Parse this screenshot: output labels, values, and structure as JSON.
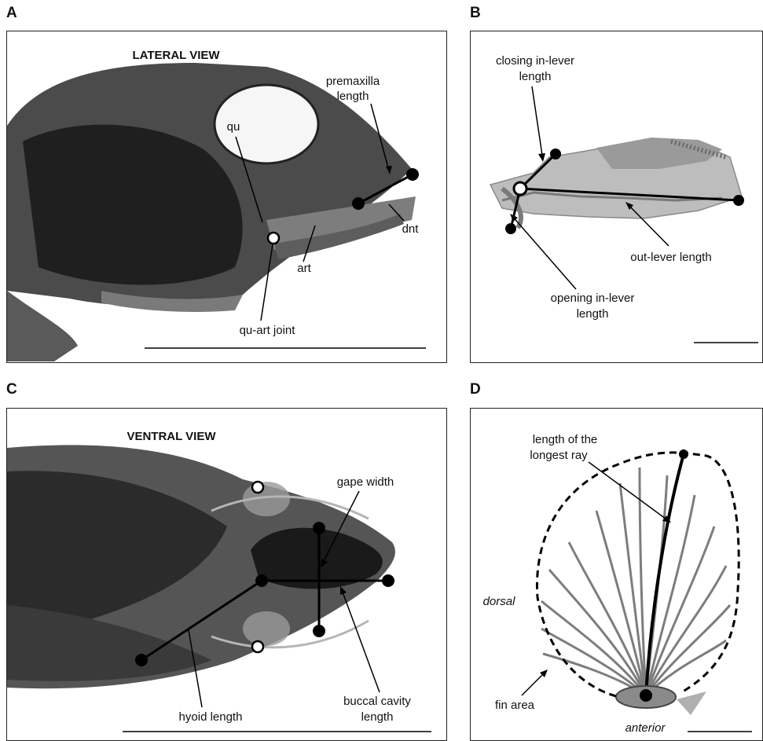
{
  "panels": {
    "a": {
      "letter": "A",
      "title": "LATERAL VIEW",
      "labels": {
        "premaxilla": [
          "premaxilla",
          "length"
        ],
        "qu": "qu",
        "dnt": "dnt",
        "art": "art",
        "joint": "qu-art joint"
      }
    },
    "b": {
      "letter": "B",
      "labels": {
        "closing": [
          "closing in-lever",
          "length"
        ],
        "out": "out-lever length",
        "opening": [
          "opening in-lever",
          "length"
        ]
      }
    },
    "c": {
      "letter": "C",
      "title": "VENTRAL VIEW",
      "labels": {
        "gape": "gape width",
        "hyoid": "hyoid length",
        "buccal": [
          "buccal cavity",
          "length"
        ]
      }
    },
    "d": {
      "letter": "D",
      "labels": {
        "ray": [
          "length of the",
          "longest ray"
        ],
        "dorsal": "dorsal",
        "fin_area": "fin area",
        "anterior": "anterior"
      }
    }
  },
  "colors": {
    "bone_dark": "#2a2a2a",
    "bone_mid": "#6b6b6b",
    "bone_light": "#a8a8a8",
    "marker": "#000000",
    "joint_fill": "#ffffff"
  }
}
